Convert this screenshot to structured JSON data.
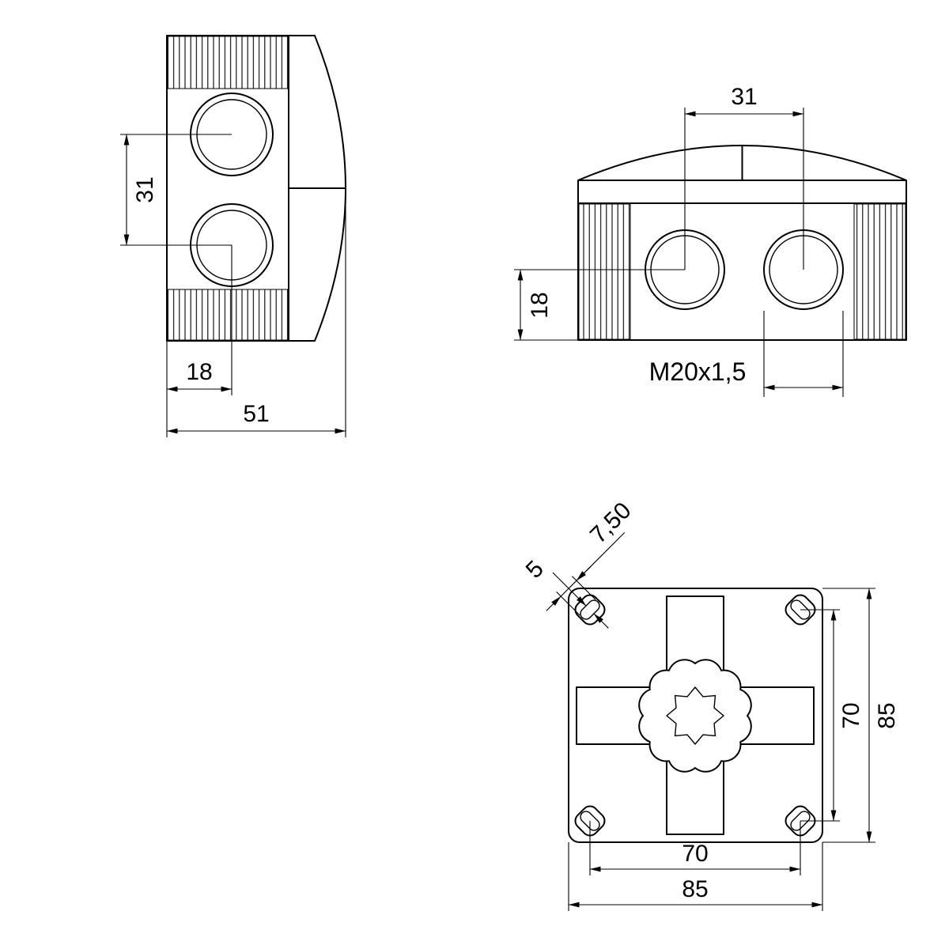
{
  "drawing": {
    "background": "#ffffff",
    "line_color": "#000000",
    "side_view": {
      "hole_spacing": "31",
      "hole_offset": "18",
      "overall_depth": "51"
    },
    "front_view": {
      "hole_spacing": "31",
      "entry_height": "18",
      "thread_spec": "M20x1,5"
    },
    "bottom_view": {
      "slot_length": "7,50",
      "slot_width": "5",
      "hole_spacing_vertical": "70",
      "overall_height": "85",
      "hole_spacing_horizontal": "70",
      "overall_width": "85"
    }
  }
}
